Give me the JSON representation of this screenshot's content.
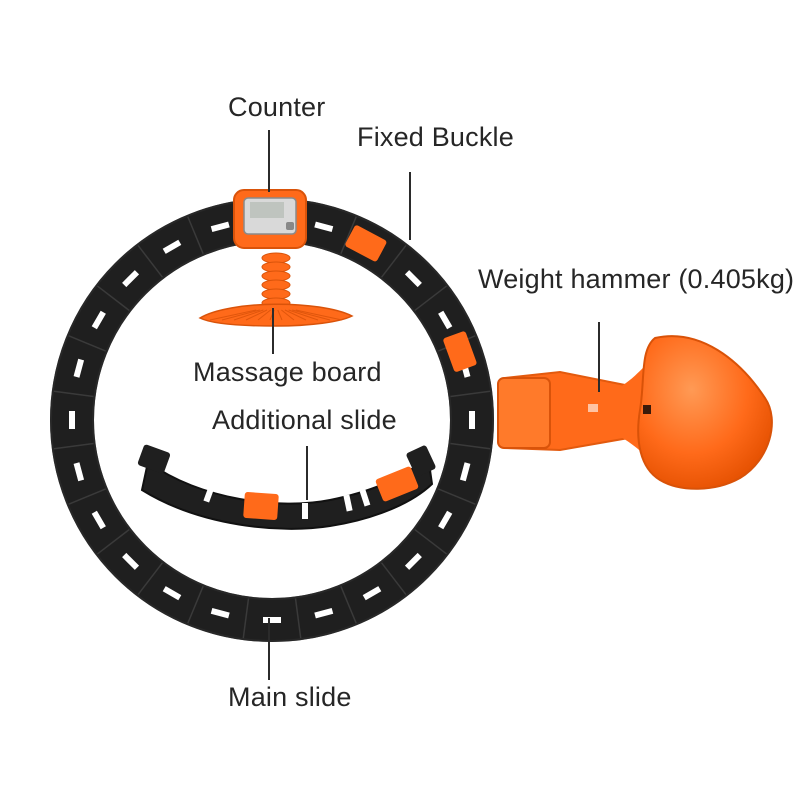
{
  "labels": {
    "counter": "Counter",
    "fixed_buckle": "Fixed Buckle",
    "weight_hammer": "Weight hammer (0.405kg)",
    "massage_board": "Massage board",
    "additional_slide": "Additional slide",
    "main_slide": "Main slide"
  },
  "colors": {
    "background": "#ffffff",
    "ring_black": "#1f1f1f",
    "accent_orange": "#ff6a1a",
    "slot_white": "#ffffff",
    "counter_screen": "#bfc4bf",
    "text": "#262626"
  }
}
